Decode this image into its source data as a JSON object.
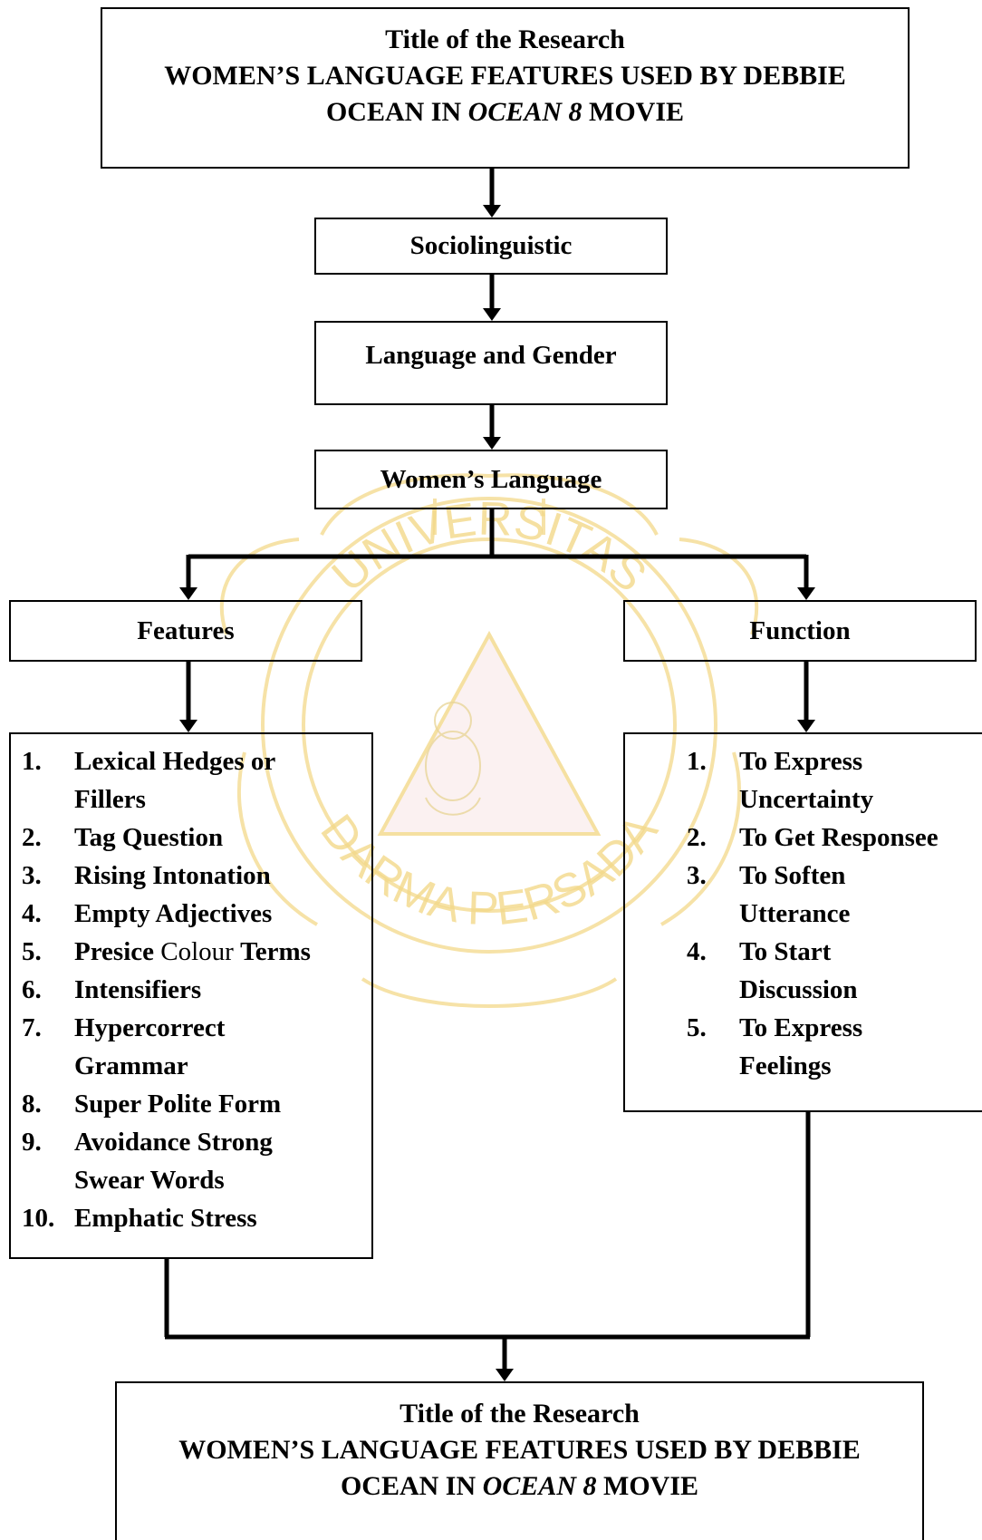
{
  "watermark": {
    "arc_text_top": "UNIVERSITAS",
    "arc_text_bottom": "DARMA PERSADA",
    "color": "#f3d98a",
    "fill_color": "#fbeeee"
  },
  "top_title": {
    "heading": "Title of the Research",
    "line1": "WOMEN’S LANGUAGE FEATURES USED BY DEBBIE",
    "line2_pre": "OCEAN IN ",
    "line2_italic": "OCEAN 8",
    "line2_post": " MOVIE"
  },
  "nodes": {
    "sociolinguistic": "Sociolinguistic",
    "language_gender": "Language and Gender",
    "womens_language": "Women’s Language",
    "features": "Features",
    "function": "Function"
  },
  "features_list": [
    {
      "num": "1.",
      "lines": [
        "Lexical Hedges or",
        "Fillers"
      ]
    },
    {
      "num": "2.",
      "lines": [
        "Tag Question"
      ]
    },
    {
      "num": "3.",
      "lines": [
        "Rising Intonation"
      ]
    },
    {
      "num": "4.",
      "lines": [
        "Empty Adjectives"
      ]
    },
    {
      "num": "5.",
      "parts": [
        "Presice",
        " Colour ",
        "Terms"
      ]
    },
    {
      "num": "6.",
      "lines": [
        "Intensifiers"
      ]
    },
    {
      "num": "7.",
      "lines": [
        "Hypercorrect",
        "Grammar"
      ]
    },
    {
      "num": "8.",
      "lines": [
        "Super Polite Form"
      ]
    },
    {
      "num": "9.",
      "lines": [
        "Avoidance Strong",
        "Swear Words"
      ]
    },
    {
      "num": "10.",
      "lines": [
        "Emphatic Stress"
      ]
    }
  ],
  "function_list": [
    {
      "num": "1.",
      "lines": [
        "To Express",
        "Uncertainty"
      ]
    },
    {
      "num": "2.",
      "lines": [
        "To Get Responsee"
      ]
    },
    {
      "num": "3.",
      "lines": [
        "To Soften",
        "Utterance"
      ]
    },
    {
      "num": "4.",
      "lines": [
        "To Start",
        "Discussion"
      ]
    },
    {
      "num": "5.",
      "lines": [
        "To Express",
        "Feelings"
      ]
    }
  ],
  "bottom_title": {
    "heading": "Title of the Research",
    "line1": "WOMEN’S LANGUAGE FEATURES USED BY DEBBIE",
    "line2_pre": "OCEAN IN ",
    "line2_italic": "OCEAN 8",
    "line2_post": " MOVIE"
  }
}
